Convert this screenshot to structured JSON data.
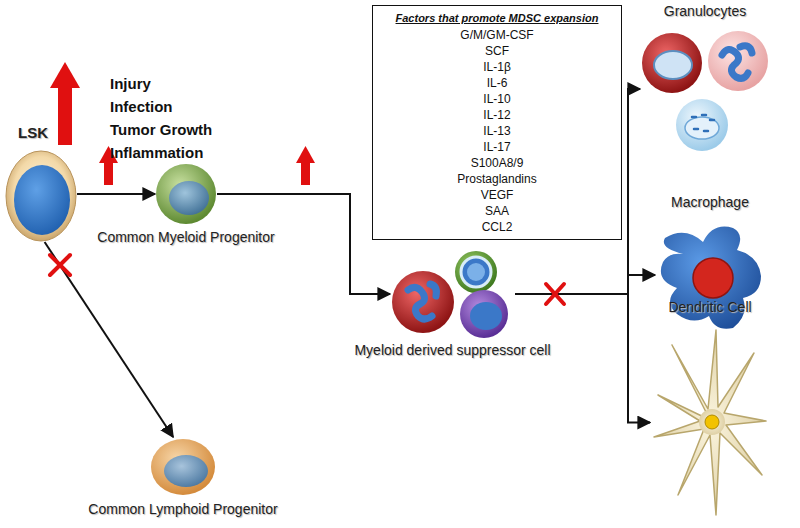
{
  "diagram": {
    "nodes": [
      {
        "text": [
          "LSK"
        ]
      },
      {
        "text": [
          "Common Myeloid Progenitor"
        ]
      },
      {
        "text": [
          "Common Lymphoid Progenitor"
        ]
      },
      {
        "text": [
          "Factors that promote MDSC expansion",
          "G/M/GM-CSF",
          "SCF",
          "IL-1β",
          "IL-6",
          "IL-10",
          "IL-12",
          "IL-13",
          "IL-17",
          "S100A8/9",
          "Prostaglandins",
          "VEGF",
          "SAA",
          "CCL2"
        ]
      },
      {
        "text": [
          "Myeloid derived suppressor cell"
        ]
      },
      {
        "text": [
          "Granulocytes"
        ]
      },
      {
        "text": [
          "Macrophage"
        ]
      },
      {
        "text": [
          "Dendritic Cell"
        ]
      }
    ],
    "edges": [
      {
        "from": 0,
        "to": 1,
        "arrow": "to"
      },
      {
        "from": 0,
        "to": 2,
        "arrow": "to"
      },
      {
        "from": 1,
        "to": 4,
        "arrow": "to"
      },
      {
        "from": 4,
        "to": 5,
        "arrow": "to"
      },
      {
        "from": 4,
        "to": 6,
        "arrow": "to"
      },
      {
        "from": 4,
        "to": 7,
        "arrow": "to"
      }
    ],
    "labels": [
      "Injury",
      "Infection",
      "Tumor Growth",
      "Inflammation"
    ]
  }
}
